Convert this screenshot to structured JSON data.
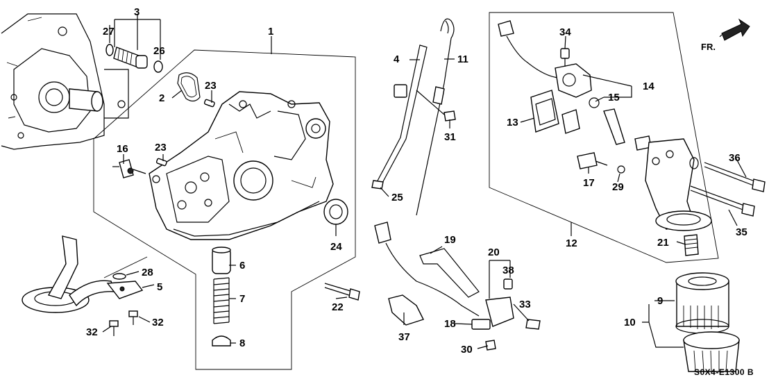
{
  "diagram": {
    "code": "S0X4-E1300 B",
    "direction_marker": "FR.",
    "callouts": [
      {
        "id": "p1",
        "label": "1"
      },
      {
        "id": "p2",
        "label": "2"
      },
      {
        "id": "p3",
        "label": "3"
      },
      {
        "id": "p4",
        "label": "4"
      },
      {
        "id": "p5",
        "label": "5"
      },
      {
        "id": "p6",
        "label": "6"
      },
      {
        "id": "p7",
        "label": "7"
      },
      {
        "id": "p8",
        "label": "8"
      },
      {
        "id": "p9",
        "label": "9"
      },
      {
        "id": "p10",
        "label": "10"
      },
      {
        "id": "p11",
        "label": "11"
      },
      {
        "id": "p12",
        "label": "12"
      },
      {
        "id": "p13",
        "label": "13"
      },
      {
        "id": "p14",
        "label": "14"
      },
      {
        "id": "p15",
        "label": "15"
      },
      {
        "id": "p16",
        "label": "16"
      },
      {
        "id": "p17",
        "label": "17"
      },
      {
        "id": "p18",
        "label": "18"
      },
      {
        "id": "p19",
        "label": "19"
      },
      {
        "id": "p20",
        "label": "20"
      },
      {
        "id": "p21",
        "label": "21"
      },
      {
        "id": "p22",
        "label": "22"
      },
      {
        "id": "p23a",
        "label": "23"
      },
      {
        "id": "p23b",
        "label": "23"
      },
      {
        "id": "p24",
        "label": "24"
      },
      {
        "id": "p25",
        "label": "25"
      },
      {
        "id": "p26",
        "label": "26"
      },
      {
        "id": "p27",
        "label": "27"
      },
      {
        "id": "p28",
        "label": "28"
      },
      {
        "id": "p29",
        "label": "29"
      },
      {
        "id": "p30",
        "label": "30"
      },
      {
        "id": "p31",
        "label": "31"
      },
      {
        "id": "p32a",
        "label": "32"
      },
      {
        "id": "p32b",
        "label": "32"
      },
      {
        "id": "p33",
        "label": "33"
      },
      {
        "id": "p34",
        "label": "34"
      },
      {
        "id": "p35",
        "label": "35"
      },
      {
        "id": "p36",
        "label": "36"
      },
      {
        "id": "p37",
        "label": "37"
      },
      {
        "id": "p38",
        "label": "38"
      }
    ]
  }
}
